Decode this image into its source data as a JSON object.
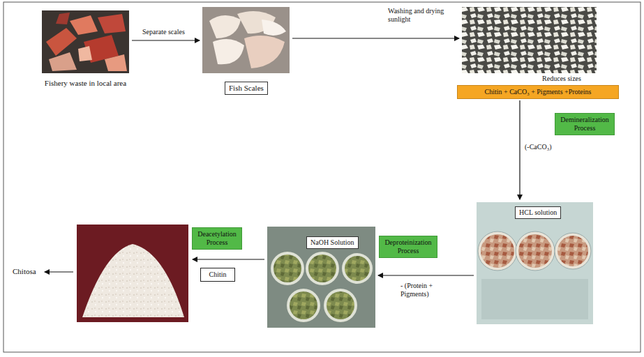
{
  "diagram": {
    "nodes": [
      {
        "text": [
          "Fishery waste in local area"
        ]
      },
      {
        "text": [
          "Fish Scales"
        ]
      },
      {
        "text": [
          "Reduces sizes"
        ]
      },
      {
        "text": [
          "Chitin + CaCO₃ + Pigments +Proteins"
        ]
      },
      {
        "text": [
          "Demineralization Process"
        ]
      },
      {
        "text": [
          "HCL solution"
        ]
      },
      {
        "text": [
          "Deproteinization Process"
        ]
      },
      {
        "text": [
          "NaOH Solution"
        ]
      },
      {
        "text": [
          "Deacetylation Process"
        ]
      },
      {
        "text": [
          "Chitin"
        ]
      }
    ],
    "edges": [
      {
        "from": 0,
        "to": 1,
        "arrow": "to",
        "label": "Separate scales"
      },
      {
        "from": 1,
        "to": 2,
        "arrow": "to",
        "label": "Washing and drying sunlight"
      },
      {
        "from": 3,
        "to": 5,
        "arrow": "to",
        "label": "(-CaCO₃)"
      },
      {
        "from": 5,
        "to": 7,
        "arrow": "to",
        "label": "- (Protein + Pigments)"
      }
    ],
    "labels": [
      "Chitosa"
    ]
  }
}
